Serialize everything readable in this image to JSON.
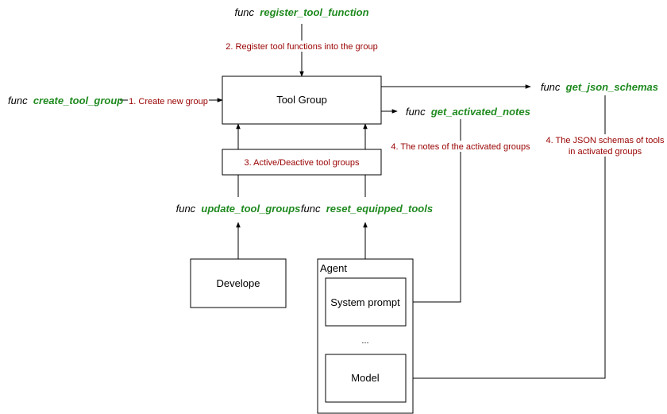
{
  "colors": {
    "func_name": "#1f8a1f",
    "step_label": "#990000",
    "stroke": "#000000"
  },
  "functions": {
    "keyword": "func",
    "register_tool_function": "register_tool_function",
    "create_tool_group": "create_tool_group",
    "get_json_schemas": "get_json_schemas",
    "get_activated_notes": "get_activated_notes",
    "update_tool_groups": "update_tool_groups",
    "reset_equipped_tools": "reset_equipped_tools"
  },
  "steps": {
    "register": "2. Register tool functions into the group",
    "create": "1. Create new group",
    "activate": "3. Active/Deactive tool groups",
    "notes": "4. The notes of the activated groups",
    "schemas_line1": "4. The JSON schemas of tools",
    "schemas_line2": "in activated groups"
  },
  "boxes": {
    "tool_group": "Tool Group",
    "develope": "Develope",
    "agent": "Agent",
    "system_prompt": "System prompt",
    "ellipsis": "...",
    "model": "Model"
  }
}
